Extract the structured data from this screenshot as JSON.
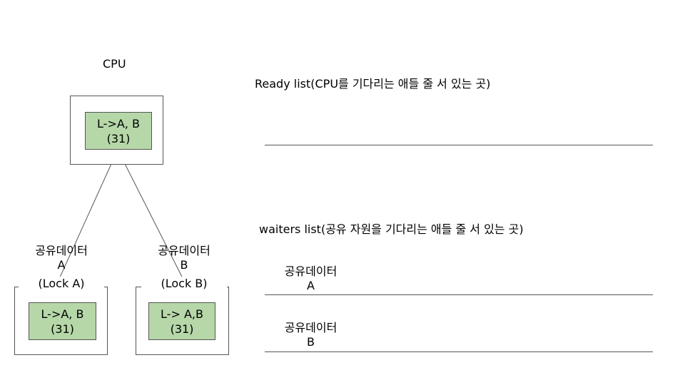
{
  "cpu": {
    "title": "CPU",
    "box": {
      "line1": "L->A, B",
      "line2": "(31)"
    }
  },
  "shared_a": {
    "title_line1": "공유데이터",
    "title_line2": "A",
    "title_line3": "(Lock A)",
    "box": {
      "line1": "L->A, B",
      "line2": "(31)"
    }
  },
  "shared_b": {
    "title_line1": "공유데이터",
    "title_line2": "B",
    "title_line3": "(Lock B)",
    "box": {
      "line1": "L-> A,B",
      "line2": "(31)"
    }
  },
  "ready_list": {
    "label": "Ready list(CPU를 기다리는 애들 줄 서 있는 곳)"
  },
  "waiters_list": {
    "label": "waiters list(공유 자원을 기다리는 애들 줄 서 있는 곳)",
    "entries": [
      {
        "line1": "공유데이터",
        "line2": "A"
      },
      {
        "line1": "공유데이터",
        "line2": "B"
      }
    ]
  },
  "colors": {
    "box_fill": "#b6d7a8",
    "stroke": "#555555"
  }
}
